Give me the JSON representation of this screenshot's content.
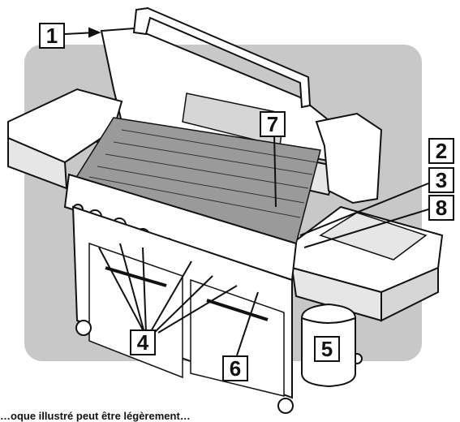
{
  "callouts": {
    "c1": "1",
    "c2": "2",
    "c3": "3",
    "c4": "4",
    "c5": "5",
    "c6": "6",
    "c7": "7",
    "c8": "8"
  },
  "caption": "…oque illustré peut être légèrement…",
  "colors": {
    "background_panel": "#c8c8c8",
    "line": "#111111",
    "callout_fill": "#ffffff"
  }
}
